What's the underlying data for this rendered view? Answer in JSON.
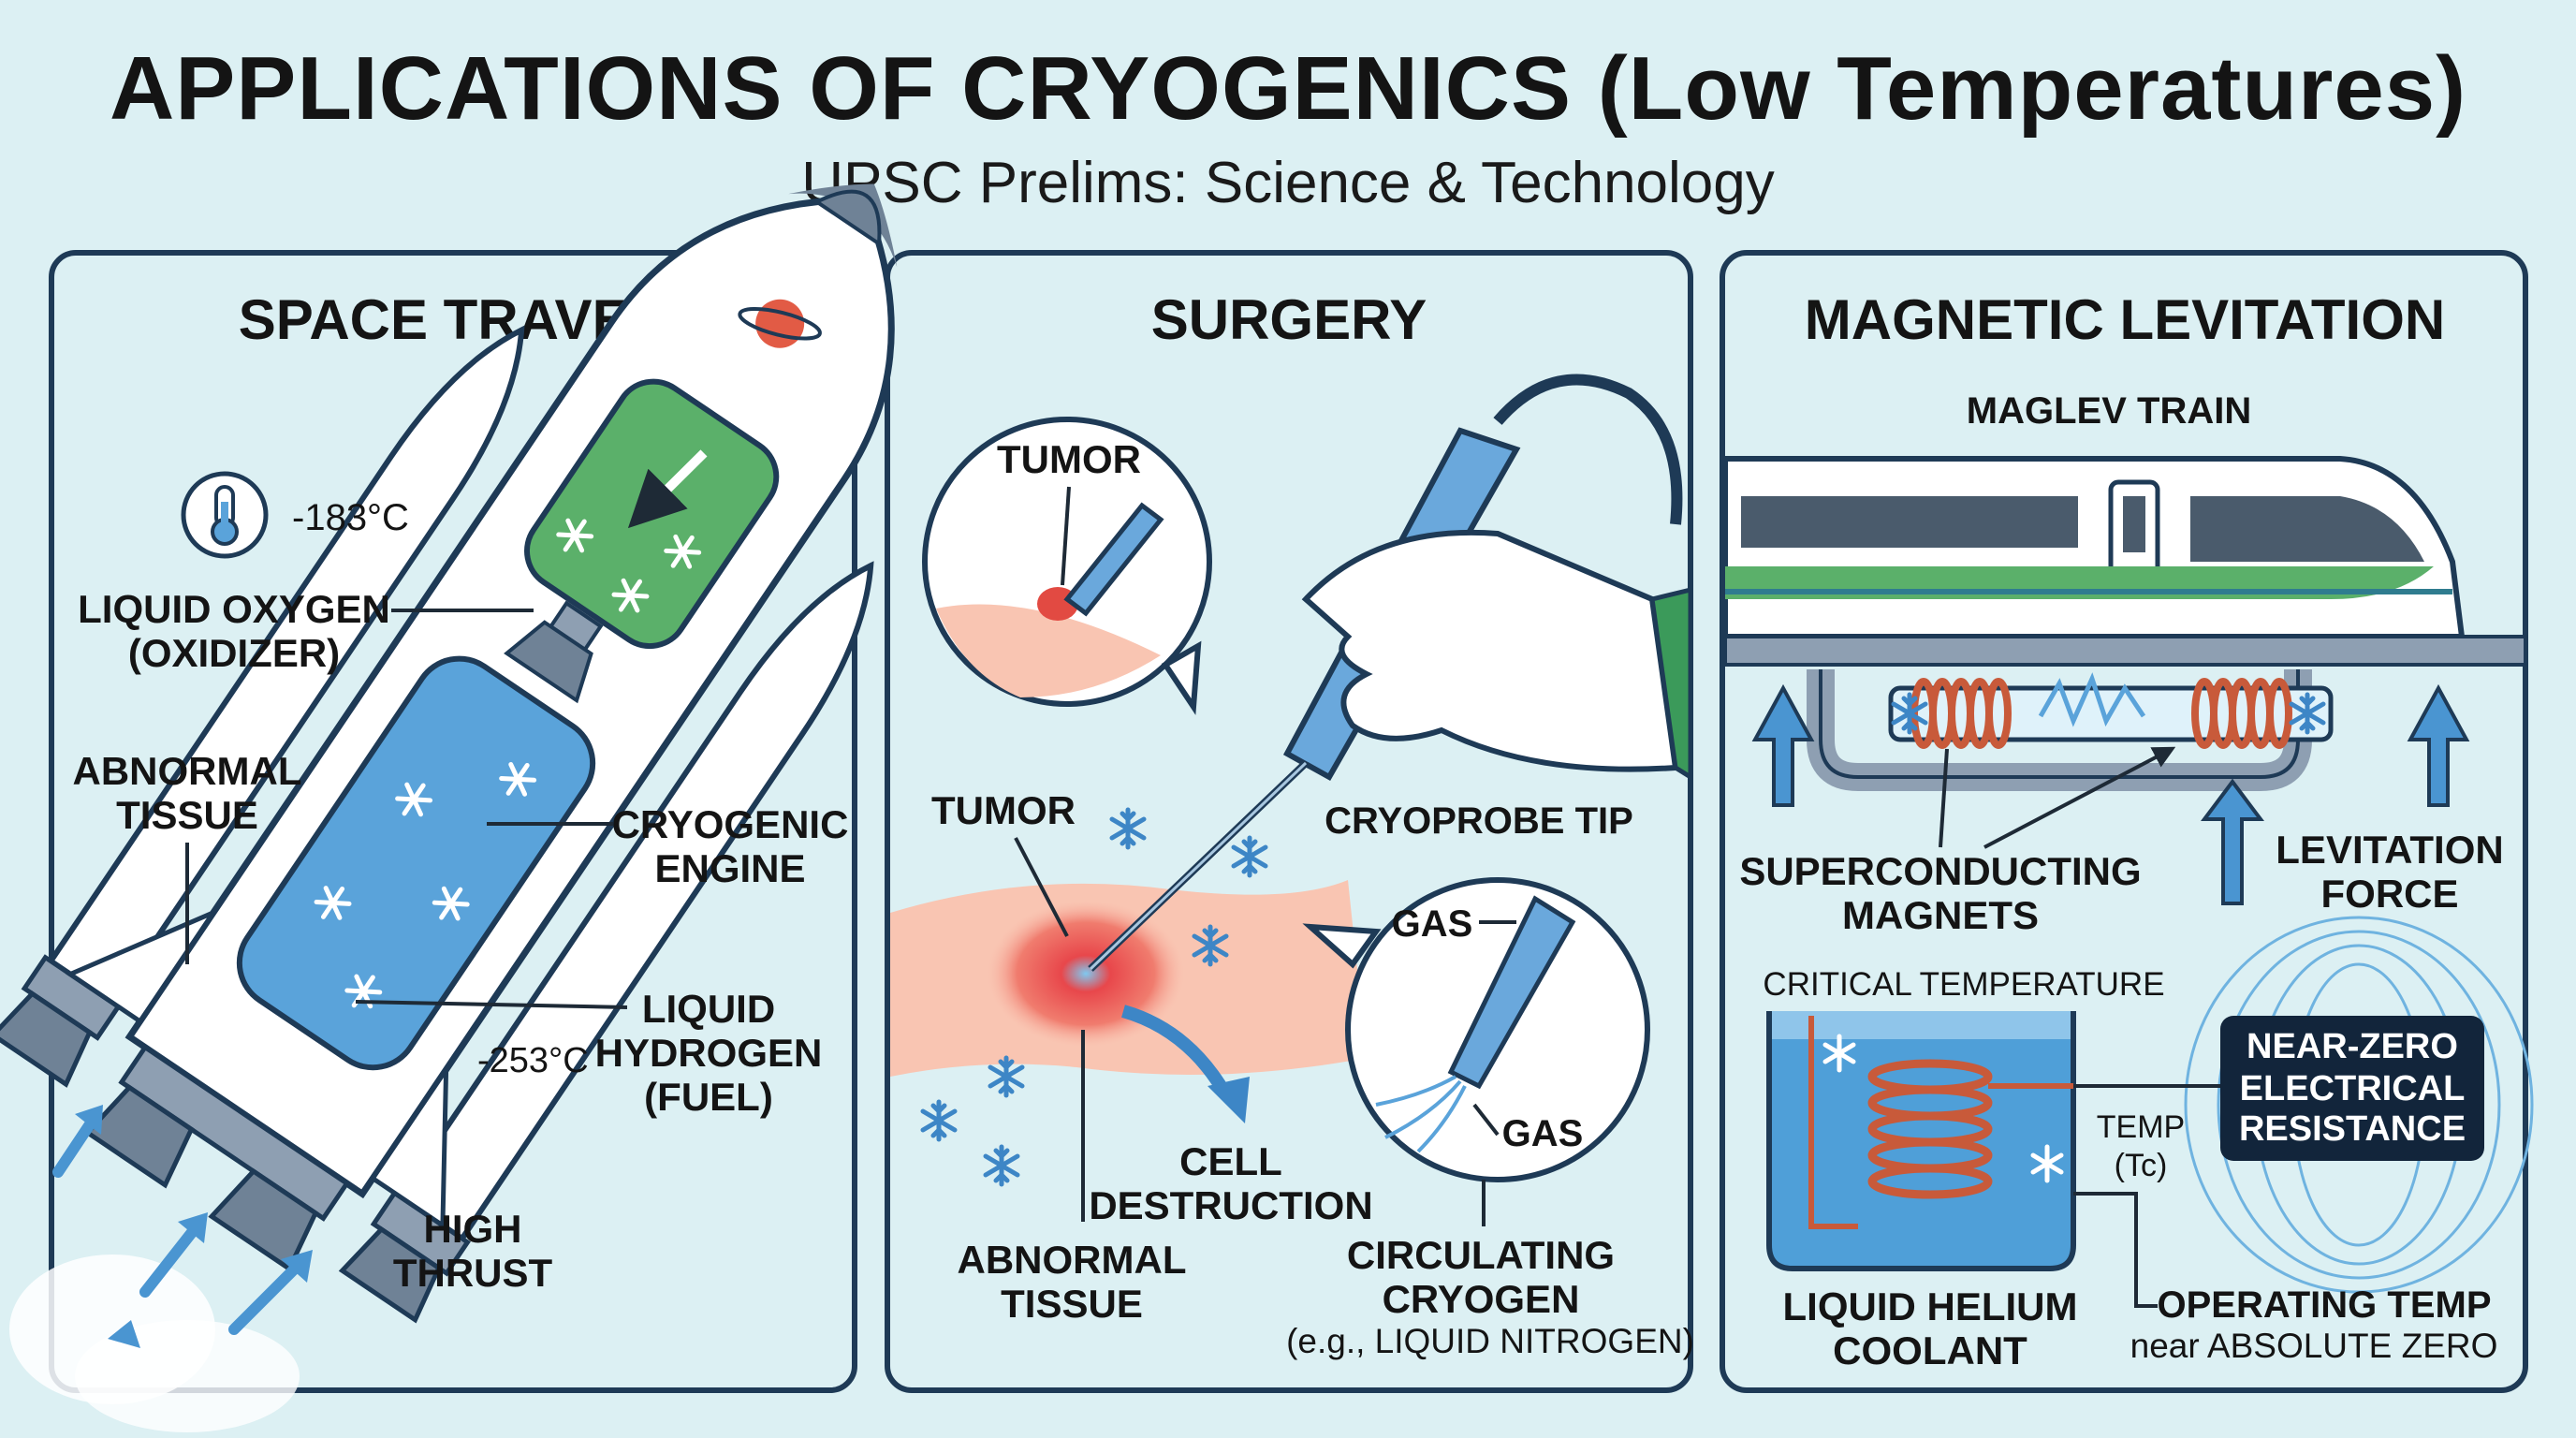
{
  "title": "APPLICATIONS OF CRYOGENICS (Low Temperatures)",
  "subtitle": "UPSC Prelims: Science & Technology",
  "colors": {
    "background": "#dcf0f3",
    "outline": "#1e3a56",
    "blue": "#5aa3da",
    "green": "#5bb06a",
    "copper": "#c85a3a",
    "tumor": "#e24a42"
  },
  "space": {
    "heading": "SPACE TRAVEL",
    "temp_oxygen": "-183°C",
    "lox_1": "LIQUID OXYGEN",
    "lox_2": "(OXIDIZER)",
    "abn_1": "ABNORMAL",
    "abn_2": "TISSUE",
    "eng_1": "CRYOGENIC",
    "eng_2": "ENGINE",
    "lh_1": "LIQUID",
    "lh_2": "HYDROGEN",
    "lh_3": "(FUEL)",
    "temp_hydrogen": "-253°C",
    "thrust_1": "HIGH",
    "thrust_2": "THRUST"
  },
  "surgery": {
    "heading": "SURGERY",
    "tumor_inset": "TUMOR",
    "tumor": "TUMOR",
    "probe_tip": "CRYOPROBE TIP",
    "gas_1": "GAS",
    "gas_2": "GAS",
    "cell_1": "CELL",
    "cell_2": "DESTRUCTION",
    "abn_1": "ABNORMAL",
    "abn_2": "TISSUE",
    "circ_1": "CIRCULATING",
    "circ_2": "CRYOGEN",
    "circ_3": "(e.g., LIQUID NITROGEN)"
  },
  "maglev": {
    "heading": "MAGNETIC LEVITATION",
    "train": "MAGLEV TRAIN",
    "sc_1": "SUPERCONDUCTING",
    "sc_2": "MAGNETS",
    "lev_1": "LEVITATION",
    "lev_2": "FORCE",
    "critical": "CRITICAL TEMPERATURE",
    "nz_1": "NEAR-ZERO",
    "nz_2": "ELECTRICAL",
    "nz_3": "RESISTANCE",
    "temp_1": "TEMP",
    "temp_2": "(Tc)",
    "he_1": "LIQUID HELIUM",
    "he_2": "COOLANT",
    "op_1": "OPERATING TEMP",
    "op_2": "near ABSOLUTE ZERO"
  },
  "icons": [
    "thermometer-icon",
    "planet-icon",
    "snowflake-icon",
    "arrow-icon"
  ]
}
